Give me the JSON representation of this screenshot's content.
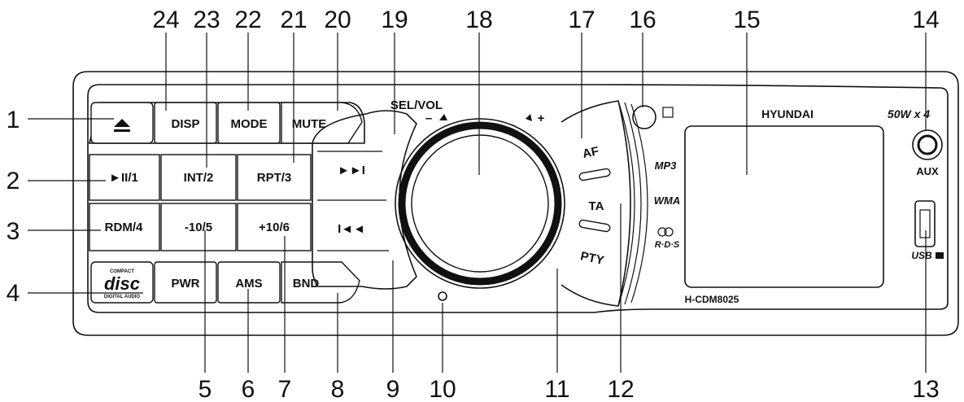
{
  "brand": "HYUNDAI",
  "power_rating": "50W x 4",
  "model": "H-CDM8025",
  "aux_label": "AUX",
  "usb_label": "USB",
  "sel_vol_label": "SEL/VOL",
  "vol_minus": "–",
  "vol_plus": "+",
  "format_logos": {
    "mp3": "MP3",
    "wma": "WMA",
    "rds": "R·D·S"
  },
  "disc_logo": {
    "top": "COMPACT",
    "main": "disc",
    "bottom": "DIGITAL AUDIO"
  },
  "buttons": {
    "disp": "DISP",
    "mode": "MODE",
    "mute": "MUTE",
    "play_pause_1": "►II/1",
    "int_2": "INT/2",
    "rpt_3": "RPT/3",
    "rdm_4": "RDM/4",
    "minus10_5": "-10/5",
    "plus10_6": "+10/6",
    "pwr": "PWR",
    "ams": "AMS",
    "bnd": "BND",
    "next": "►►I",
    "prev": "I◄◄",
    "af": "AF",
    "ta": "TA",
    "pty": "PTY"
  },
  "callouts": [
    "1",
    "2",
    "3",
    "4",
    "5",
    "6",
    "7",
    "8",
    "9",
    "10",
    "11",
    "12",
    "13",
    "14",
    "15",
    "16",
    "17",
    "18",
    "19",
    "20",
    "21",
    "22",
    "23",
    "24"
  ],
  "colors": {
    "ink": "#111111",
    "panel": "#ffffff"
  }
}
